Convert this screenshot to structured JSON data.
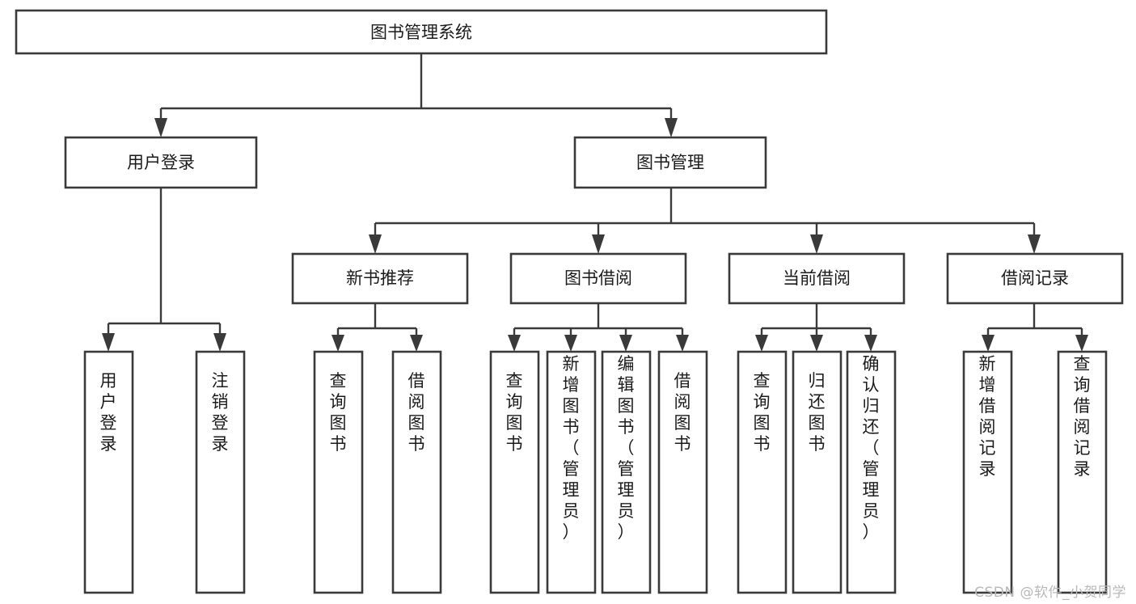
{
  "diagram": {
    "type": "tree-hierarchy",
    "title": "图书管理系统",
    "watermark": "CSDN @软件_小贺同学",
    "colors": {
      "box_stroke": "#3a3a3a",
      "box_fill": "#ffffff",
      "connector": "#3a3a3a",
      "label_text": "#1b1b1b",
      "watermark_text": "#b9b9b9",
      "background": "#ffffff"
    },
    "root": {
      "label": "图书管理系统"
    },
    "level2": [
      {
        "label": "用户登录"
      },
      {
        "label": "图书管理"
      }
    ],
    "level3": [
      {
        "label": "新书推荐"
      },
      {
        "label": "图书借阅"
      },
      {
        "label": "当前借阅"
      },
      {
        "label": "借阅记录"
      }
    ],
    "leaves": {
      "user_login": [
        {
          "label": "用户登录"
        },
        {
          "label": "注销登录"
        }
      ],
      "new_book_recommend": [
        {
          "label": "查询图书"
        },
        {
          "label": "借阅图书"
        }
      ],
      "book_borrow": [
        {
          "label": "查询图书"
        },
        {
          "label": "新增图书（管理员）"
        },
        {
          "label": "编辑图书（管理员）"
        },
        {
          "label": "借阅图书"
        }
      ],
      "current_borrow": [
        {
          "label": "查询图书"
        },
        {
          "label": "归还图书"
        },
        {
          "label": "确认归还（管理员）"
        }
      ],
      "borrow_records": [
        {
          "label": "新增借阅记录"
        },
        {
          "label": "查询借阅记录"
        }
      ]
    }
  }
}
